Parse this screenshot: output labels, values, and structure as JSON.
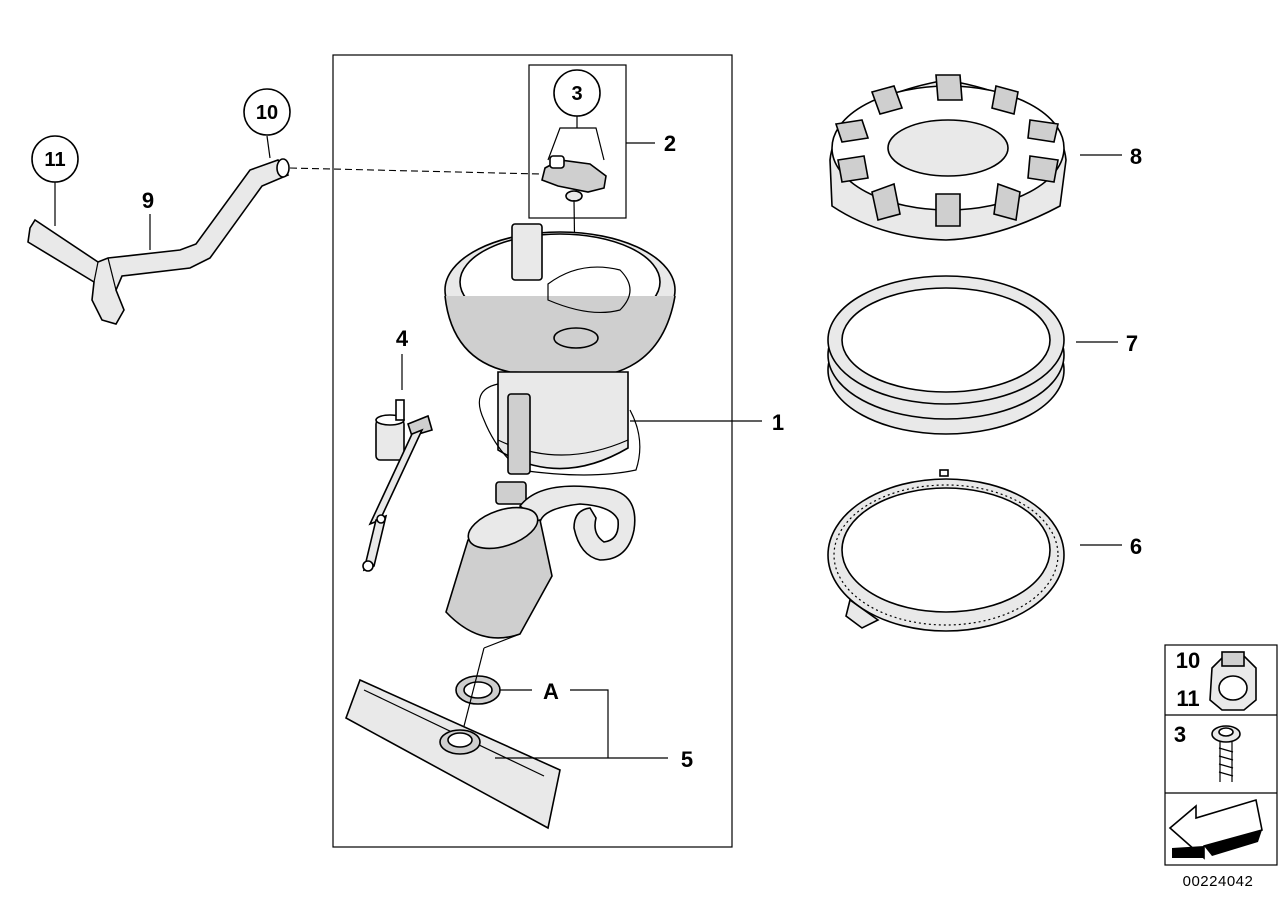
{
  "diagram": {
    "part_numbers": {
      "p1": "1",
      "p2": "2",
      "p3": "3",
      "p4": "4",
      "p5": "5",
      "p6": "6",
      "p7": "7",
      "p8": "8",
      "p9": "9",
      "p10": "10",
      "p11": "11"
    },
    "group_label": "A",
    "legend": {
      "row1_top": "10",
      "row1_bottom": "11",
      "row2": "3"
    },
    "document_id": "00224042"
  }
}
